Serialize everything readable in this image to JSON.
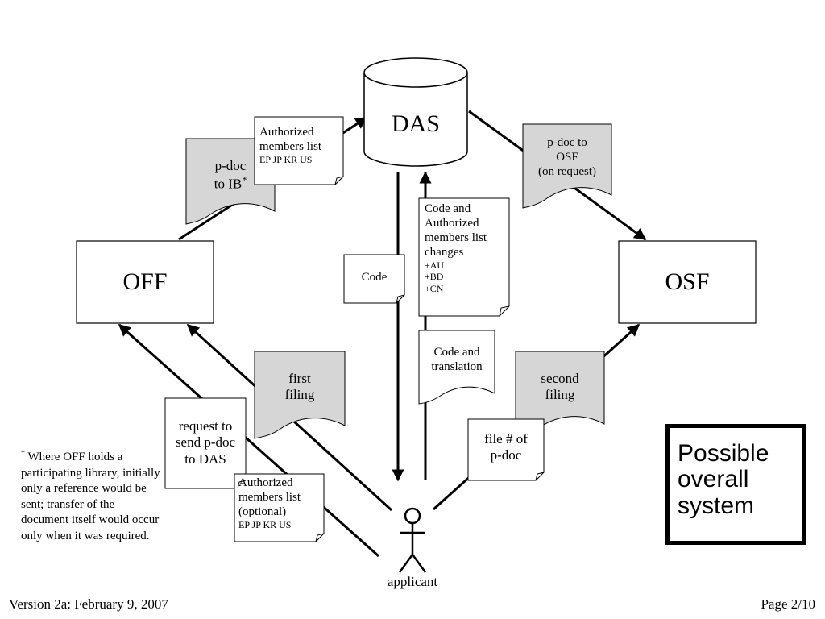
{
  "nodes": {
    "das": "DAS",
    "off": "OFF",
    "osf": "OSF",
    "applicant": "applicant"
  },
  "documents": {
    "auth_members_top": {
      "line1": "Authorized",
      "line2": "members list",
      "line3": "EP JP KR US"
    },
    "pdoc_to_ib": {
      "line1": "p-doc",
      "line2": "to IB",
      "mark": "*"
    },
    "pdoc_to_osf": {
      "line1": "p-doc to",
      "line2": "OSF",
      "line3": "(on request)"
    },
    "code": "Code",
    "code_auth_changes": {
      "line1": "Code and",
      "line2": "Authorized",
      "line3": "members list",
      "line4": "changes",
      "line5": "+AU",
      "line6": "+BD",
      "line7": "+CN"
    },
    "code_translation": {
      "line1": "Code and",
      "line2": "translation"
    },
    "first_filing": {
      "line1": "first",
      "line2": "filing"
    },
    "second_filing": {
      "line1": "second",
      "line2": "filing"
    },
    "request_send": {
      "line1": "request to",
      "line2": "send p-doc",
      "line3": "to DAS"
    },
    "auth_members_optional": {
      "line1": "Authorized",
      "line2": "members list",
      "line3": "(optional)",
      "line4": "EP JP KR US"
    },
    "file_number": {
      "line1": "file # of",
      "line2": "p-doc"
    }
  },
  "footnote": {
    "mark": "*",
    "text": "Where OFF holds a participating library, initially only a reference would be sent;  transfer of the document itself would occur only when it was required."
  },
  "title": {
    "line1": "Possible",
    "line2": "overall",
    "line3": "system"
  },
  "footer": {
    "version": "Version 2a:  February 9, 2007",
    "page": "Page 2/10"
  },
  "colors": {
    "shaded_doc": "#d6d6d6",
    "plain_doc": "#ffffff",
    "line": "#000000"
  }
}
